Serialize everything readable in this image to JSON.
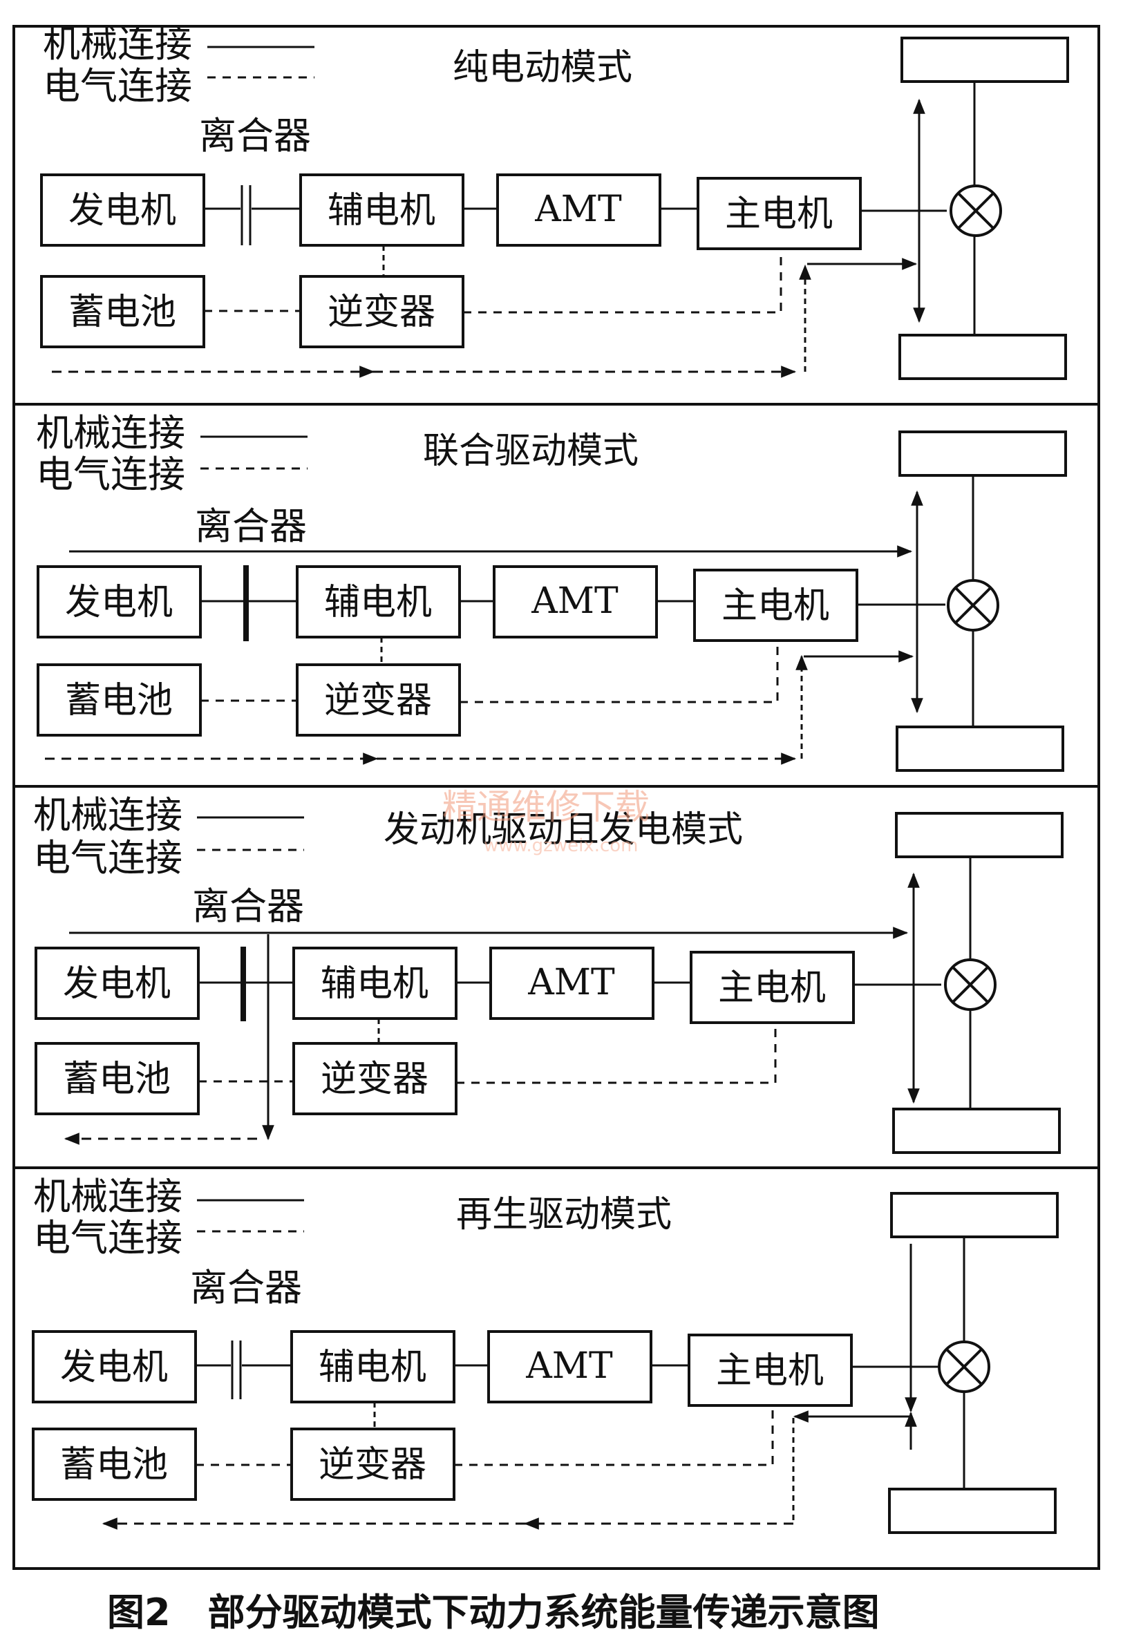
{
  "legend": {
    "mechanical": "机械连接",
    "electrical": "电气连接",
    "clutch": "离合器"
  },
  "components": {
    "engine": "发电机",
    "aux_motor": "辅电机",
    "amt": "AMT",
    "main_motor": "主电机",
    "battery": "蓄电池",
    "inverter": "逆变器"
  },
  "panels": [
    {
      "title": "纯电动模式"
    },
    {
      "title": "联合驱动模式"
    },
    {
      "title": "发动机驱动且发电模式"
    },
    {
      "title": "再生驱动模式"
    }
  ],
  "caption": "图2　部分驱动模式下动力系统能量传递示意图",
  "watermark": {
    "text": "精通维修下载",
    "url": "www.gzweix.com"
  }
}
